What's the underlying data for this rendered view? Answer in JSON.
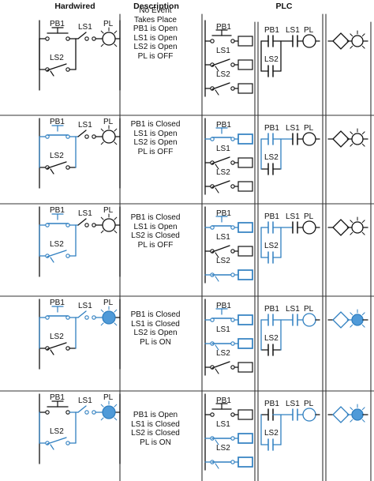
{
  "headers": {
    "hardwired": "Hardwired",
    "description": "Description",
    "plc": "PLC"
  },
  "labels": {
    "pb1": "PB1",
    "ls1": "LS1",
    "ls2": "LS2",
    "pl": "PL"
  },
  "colors": {
    "energized": "#2f7fc0",
    "lamp_on": "#4f9ad8",
    "wire": "#111111",
    "grid": "#333333"
  },
  "rows": [
    {
      "description": [
        "No Event",
        "Takes Place",
        "PB1 is Open",
        "LS1 is Open",
        "LS2 is Open",
        "PL is OFF"
      ],
      "pb1": false,
      "ls1": false,
      "ls2": false,
      "pl": false
    },
    {
      "description": [
        "PB1 is Closed",
        "LS1 is Open",
        "LS2 is Open",
        "PL is OFF"
      ],
      "pb1": true,
      "ls1": false,
      "ls2": false,
      "pl": false
    },
    {
      "description": [
        "PB1 is Closed",
        "LS1 is Open",
        "LS2 is Closed",
        "PL is OFF"
      ],
      "pb1": true,
      "ls1": false,
      "ls2": true,
      "pl": false
    },
    {
      "description": [
        "PB1 is Closed",
        "LS1 is Closed",
        "LS2 is Open",
        "PL is ON"
      ],
      "pb1": true,
      "ls1": true,
      "ls2": false,
      "pl": true
    },
    {
      "description": [
        "PB1 is Open",
        "LS1 is Closed",
        "LS2 is Closed",
        "PL is ON"
      ],
      "pb1": false,
      "ls1": true,
      "ls2": true,
      "pl": true
    }
  ]
}
